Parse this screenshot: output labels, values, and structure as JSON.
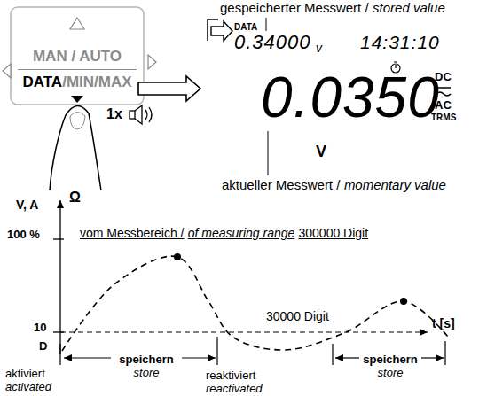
{
  "diagram": {
    "nodes": [
      {
        "text": [
          "MAN / AUTO",
          "DATA",
          "/MIN/MAX"
        ]
      },
      {
        "text": [
          "DATA",
          "0.34000",
          "v",
          "14:31:10",
          "0.0350",
          "V",
          "DC",
          "AC",
          "TRMS"
        ]
      }
    ],
    "edges": [
      {
        "from": 0,
        "to": 1,
        "arrow": "to"
      }
    ],
    "labels": [
      "gespeicherter Messwert /",
      "stored value",
      "1x",
      "aktueller Messwert /",
      "momentary value",
      "V, A",
      "Ω",
      "100 %",
      "vom Messbereich /",
      "of measuring range",
      "300000 Digit",
      "30000 Digit",
      "10",
      "D",
      "t [s]",
      "speichern",
      "store",
      "aktiviert",
      "activated",
      "reaktiviert",
      "reactivated",
      "speichern",
      "store"
    ]
  }
}
